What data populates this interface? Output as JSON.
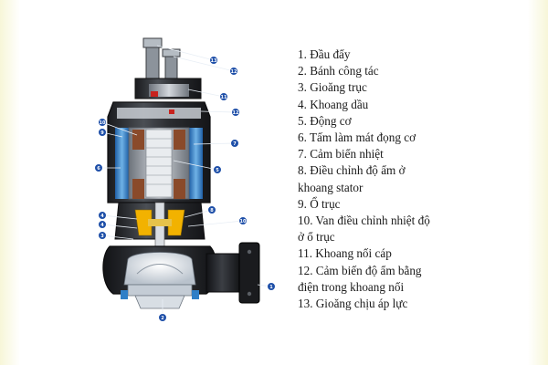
{
  "legend": [
    {
      "label": "1. Đầu đẩy"
    },
    {
      "label": "2. Bánh công tác"
    },
    {
      "label": "3. Gioăng trục"
    },
    {
      "label": "4. Khoang dầu"
    },
    {
      "label": "5. Động cơ"
    },
    {
      "label": "6. Tấm làm mát đọng cơ"
    },
    {
      "label": "7. Cảm biến nhiệt"
    },
    {
      "label": "8. Điều chỉnh độ ẩm ở",
      "cont": "khoang stator"
    },
    {
      "label": "9. Ổ trục"
    },
    {
      "label": "10. Van điều chỉnh nhiệt độ",
      "cont": "ở ổ trục"
    },
    {
      "label": "11. Khoang nối cáp"
    },
    {
      "label": "12. Cảm biến độ ẩm bằng",
      "cont": " điện trong khoang nối"
    },
    {
      "label": "13. Gioăng chịu áp lực"
    }
  ],
  "callouts": [
    "13",
    "12",
    "11",
    "12",
    "10",
    "9",
    "6",
    "7",
    "5",
    "4",
    "4",
    "8",
    "10",
    "3",
    "1",
    "2"
  ],
  "colors": {
    "callout_fill": "#1e4fa8",
    "pump_body": "#2a2c30",
    "motor_inner": "#9aa0a8",
    "cooling_blue": "#2f7fc7",
    "oil_seal": "#f2b200"
  }
}
